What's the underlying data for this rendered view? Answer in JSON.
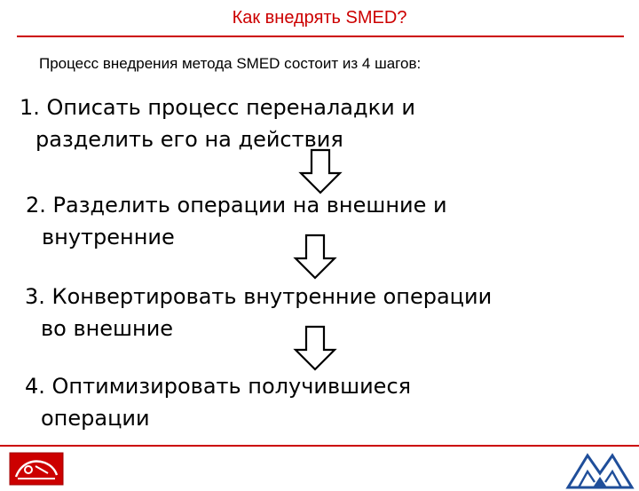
{
  "slide": {
    "title": "Как внедрять SMED?",
    "subtitle": "Процесс внедрения метода SMED состоит из 4 шагов:",
    "steps": [
      {
        "line1": "1. Описать процесс переналадки и",
        "line2": "разделить его на действия"
      },
      {
        "line1": "2. Разделить операции на внешние и",
        "line2": "внутренние"
      },
      {
        "line1": "3. Конвертировать внутренние операции",
        "line2": "во внешние"
      },
      {
        "line1": "4. Оптимизировать получившиеся",
        "line2": "операции"
      }
    ]
  },
  "icons": {
    "step_arrow": "down-arrow-icon",
    "left_logo": "red-emblem-logo",
    "right_logo": "blue-triangle-logo"
  },
  "colors": {
    "accent": "#cc0000",
    "text": "#000000",
    "logo_blue": "#1f4e9a"
  }
}
